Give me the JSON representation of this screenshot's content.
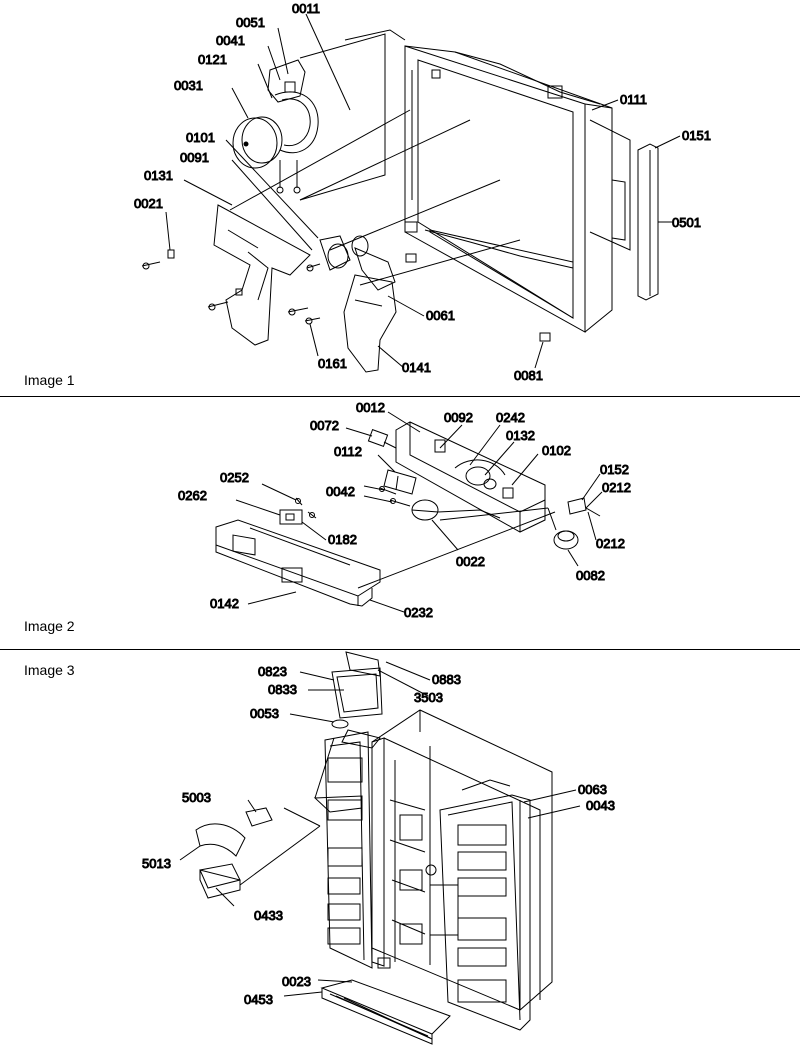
{
  "panels": [
    {
      "label": "Image 1",
      "callouts": [
        "0011",
        "0051",
        "0041",
        "0121",
        "0031",
        "0101",
        "0091",
        "0131",
        "0021",
        "0111",
        "0151",
        "0501",
        "0061",
        "0161",
        "0141",
        "0081"
      ]
    },
    {
      "label": "Image 2",
      "callouts": [
        "0012",
        "0072",
        "0092",
        "0242",
        "0132",
        "0102",
        "0112",
        "0152",
        "0212",
        "0252",
        "0262",
        "0042",
        "0182",
        "0212",
        "0022",
        "0082",
        "0142",
        "0232"
      ]
    },
    {
      "label": "Image 3",
      "callouts": [
        "0823",
        "0833",
        "0883",
        "3503",
        "0053",
        "5003",
        "5013",
        "0433",
        "0063",
        "0043",
        "0023",
        "0453"
      ]
    }
  ]
}
